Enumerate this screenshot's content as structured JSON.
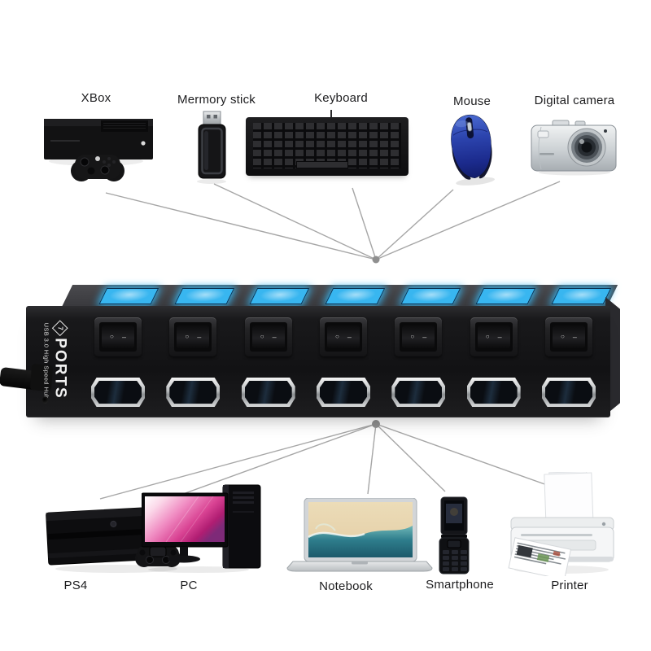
{
  "top_devices": [
    {
      "id": "xbox",
      "label": "XBox"
    },
    {
      "id": "memory-stick",
      "label": "Mermory stick"
    },
    {
      "id": "keyboard",
      "label": "Keyboard"
    },
    {
      "id": "mouse",
      "label": "Mouse"
    },
    {
      "id": "digital-camera",
      "label": "Digital camera"
    }
  ],
  "bottom_devices": [
    {
      "id": "ps4",
      "label": "PS4"
    },
    {
      "id": "pc",
      "label": "PC"
    },
    {
      "id": "notebook",
      "label": "Notebook"
    },
    {
      "id": "smartphone",
      "label": "Smartphone"
    },
    {
      "id": "printer",
      "label": "Printer"
    }
  ],
  "hub": {
    "logo_glyph": "7",
    "brand": "PORTS",
    "tagline": "USB 3.0 High Speed Hub",
    "ports": 7,
    "led_color": "#38b6f0",
    "switch_on_mark": "○",
    "switch_off_mark": "–"
  },
  "colors": {
    "background": "#ffffff",
    "connector_line": "#a6a6a6",
    "label_text": "#1d1d1f"
  }
}
